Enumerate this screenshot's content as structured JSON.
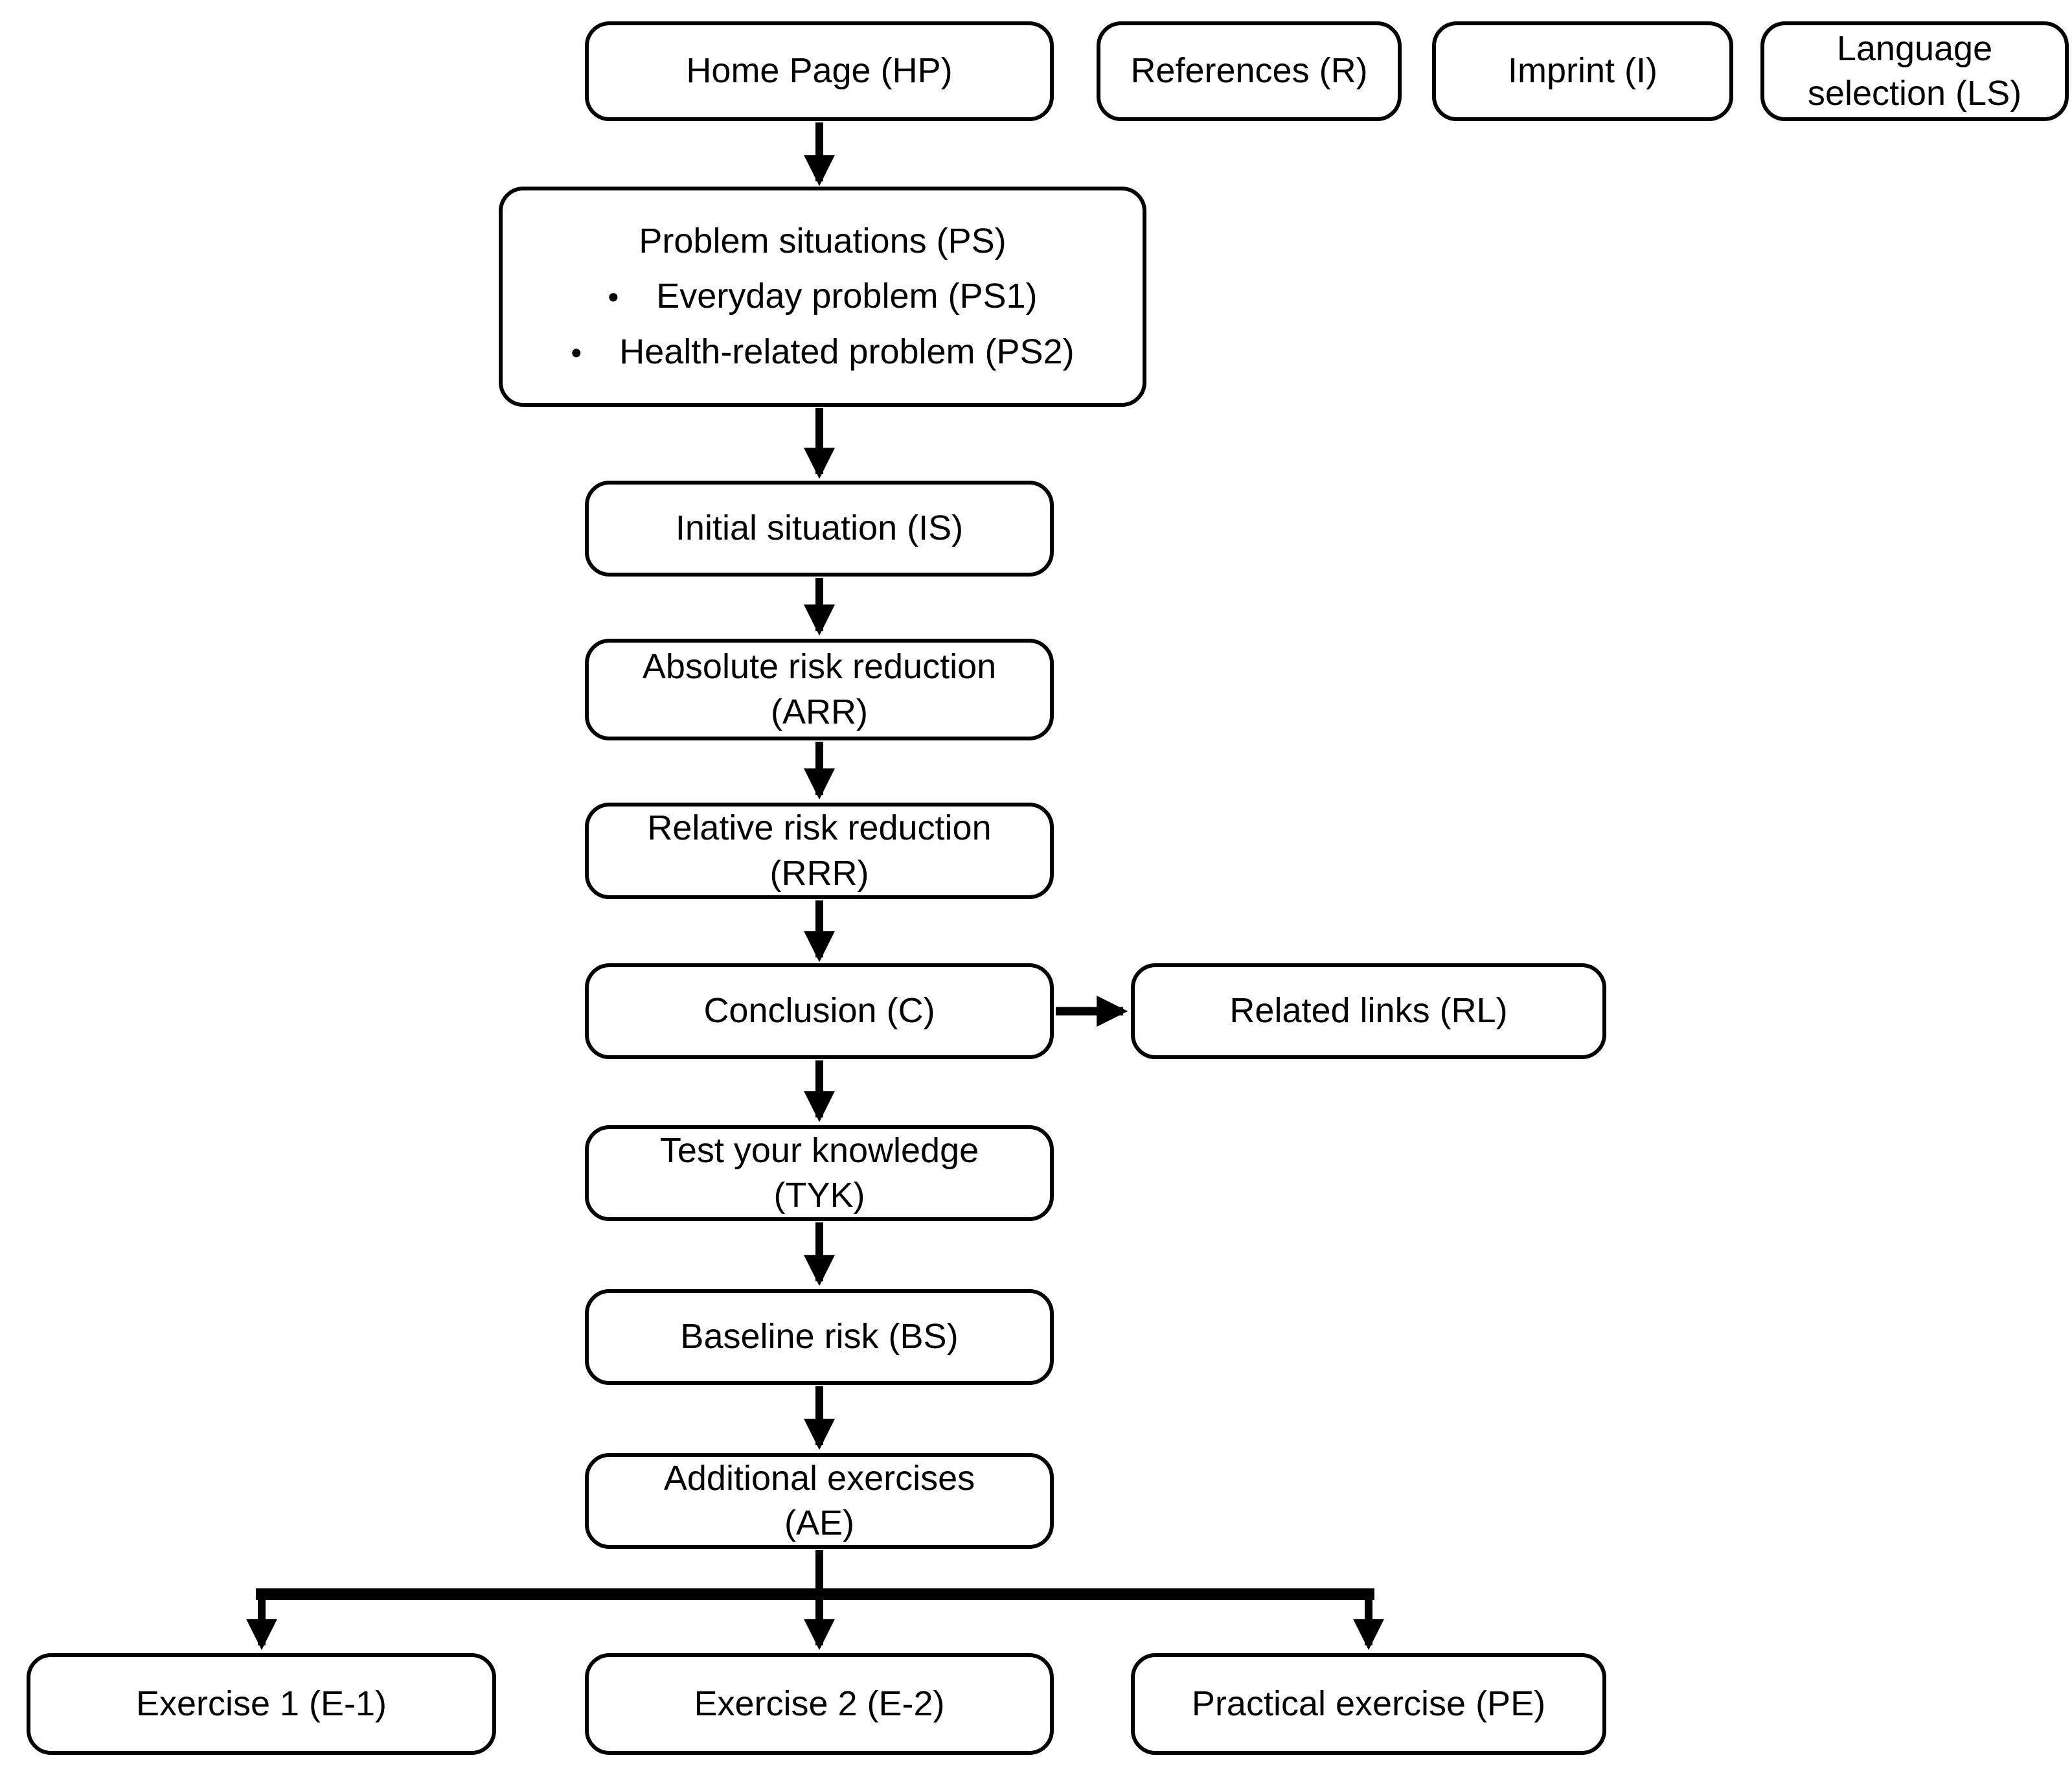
{
  "diagram": {
    "background_color": "#ffffff",
    "box_fill_color": "#ffffff",
    "box_border_color": "#000000",
    "arrow_color": "#000000",
    "bullet_glyph": "•",
    "nodes": {
      "home_page": {
        "label": "Home Page (HP)"
      },
      "references": {
        "label": "References (R)"
      },
      "imprint": {
        "label": "Imprint (I)"
      },
      "language_selection": {
        "label": "Language selection (LS)"
      },
      "problem_situations": {
        "title": "Problem situations (PS)",
        "bullets": [
          "Everyday problem (PS1)",
          "Health-related problem (PS2)"
        ]
      },
      "initial_situation": {
        "label": "Initial situation (IS)"
      },
      "absolute_risk_reduction": {
        "lines": [
          "Absolute risk reduction",
          "(ARR)"
        ]
      },
      "relative_risk_reduction": {
        "lines": [
          "Relative risk reduction",
          "(RRR)"
        ]
      },
      "conclusion": {
        "label": "Conclusion (C)"
      },
      "related_links": {
        "label": "Related links (RL)"
      },
      "test_your_knowledge": {
        "lines": [
          "Test your knowledge",
          "(TYK)"
        ]
      },
      "baseline_risk": {
        "label": "Baseline risk (BS)"
      },
      "additional_exercises": {
        "lines": [
          "Additional exercises",
          "(AE)"
        ]
      },
      "exercise_1": {
        "label": "Exercise 1 (E-1)"
      },
      "exercise_2": {
        "label": "Exercise 2 (E-2)"
      },
      "practical_exercise": {
        "label": "Practical exercise (PE)"
      }
    },
    "edges": [
      {
        "from": "home_page",
        "to": "problem_situations"
      },
      {
        "from": "problem_situations",
        "to": "initial_situation"
      },
      {
        "from": "initial_situation",
        "to": "absolute_risk_reduction"
      },
      {
        "from": "absolute_risk_reduction",
        "to": "relative_risk_reduction"
      },
      {
        "from": "relative_risk_reduction",
        "to": "conclusion"
      },
      {
        "from": "conclusion",
        "to": "related_links"
      },
      {
        "from": "conclusion",
        "to": "test_your_knowledge"
      },
      {
        "from": "test_your_knowledge",
        "to": "baseline_risk"
      },
      {
        "from": "baseline_risk",
        "to": "additional_exercises"
      },
      {
        "from": "additional_exercises",
        "to": "exercise_1"
      },
      {
        "from": "additional_exercises",
        "to": "exercise_2"
      },
      {
        "from": "additional_exercises",
        "to": "practical_exercise"
      }
    ]
  }
}
